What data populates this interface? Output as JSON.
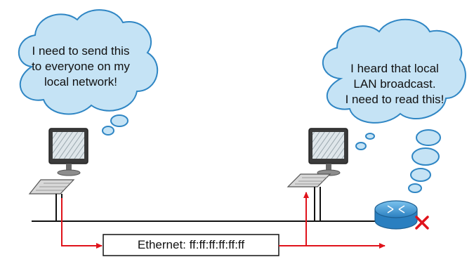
{
  "left_thought": {
    "lines": [
      "I need to send this",
      "to everyone on my",
      "local network!"
    ]
  },
  "right_thought": {
    "lines": [
      "I heard that local",
      "LAN broadcast.",
      "I need to read this!"
    ]
  },
  "frame": {
    "label": "Ethernet: ff:ff:ff:ff:ff:ff"
  },
  "colors": {
    "cloud_fill": "#c5e3f5",
    "cloud_stroke": "#2f86c4",
    "arrow": "#e0131b",
    "network_line": "#111111",
    "router_body": "#4a9fd8",
    "router_x": "#e0131b"
  },
  "icons": [
    "desktop-computer-icon",
    "keyboard-icon",
    "router-icon",
    "blocked-x-icon",
    "thought-cloud-icon"
  ]
}
